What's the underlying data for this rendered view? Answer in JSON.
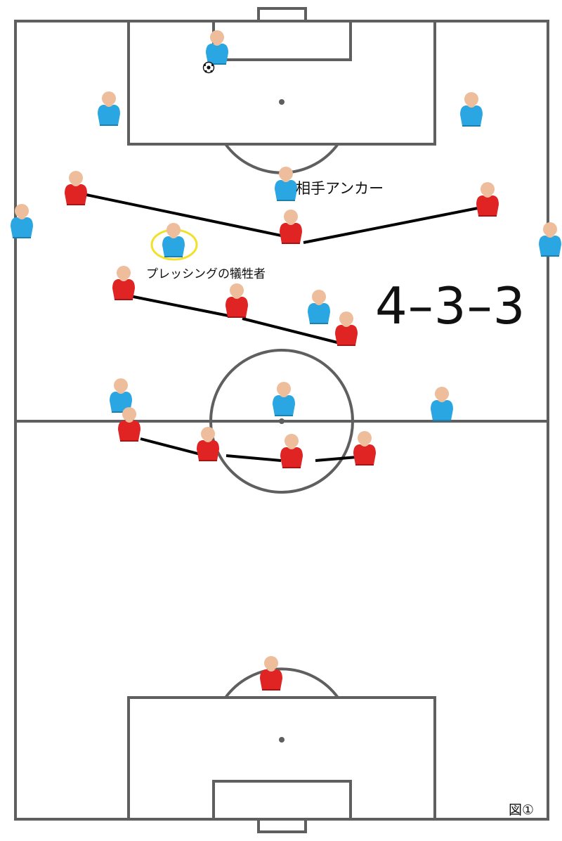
{
  "diagram": {
    "formation_label": "4–3–3",
    "anchor_label": "相手アンカー",
    "pressing_victim_label": "プレッシングの犠牲者",
    "figure_label": "図①",
    "colors": {
      "pitch_line": "#5f5f5f",
      "team_blue": "#2aa7e3",
      "team_red": "#e02424",
      "skin": "#eebd9b",
      "link_line": "#000000",
      "highlight_ring": "#f2e02a"
    },
    "players": {
      "blue": [
        {
          "role": "goalkeeper"
        },
        {
          "role": "left-back"
        },
        {
          "role": "right-back"
        },
        {
          "role": "anchor"
        },
        {
          "role": "left-winger"
        },
        {
          "role": "pressing-victim"
        },
        {
          "role": "right-winger"
        },
        {
          "role": "right-midfielder"
        },
        {
          "role": "left-forward"
        },
        {
          "role": "center-forward"
        },
        {
          "role": "right-forward"
        }
      ],
      "red": [
        {
          "role": "left-forward"
        },
        {
          "role": "center-forward"
        },
        {
          "role": "right-forward"
        },
        {
          "role": "left-midfielder"
        },
        {
          "role": "center-midfielder"
        },
        {
          "role": "right-midfielder"
        },
        {
          "role": "left-back"
        },
        {
          "role": "left-center-back"
        },
        {
          "role": "right-center-back"
        },
        {
          "role": "right-back"
        },
        {
          "role": "goalkeeper"
        }
      ]
    },
    "ball": {
      "icon": "soccer-ball-icon"
    }
  }
}
